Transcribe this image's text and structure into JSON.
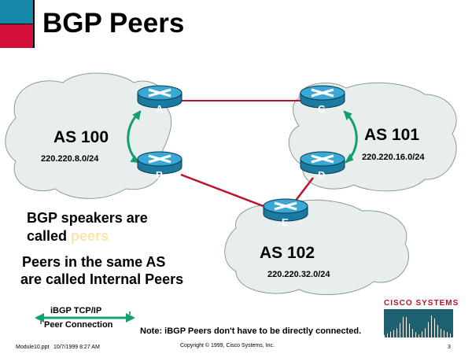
{
  "title": "BGP Peers",
  "colors": {
    "teal": "#1587a8",
    "red": "#d10f38",
    "link": "#c0102e",
    "arrow": "#12a070",
    "router": "#1a88b0",
    "cloud": "#e8eeee",
    "highlight": "#ffe3a8",
    "logo": "#1d6070"
  },
  "as_groups": [
    {
      "name": "AS 100",
      "prefix": "220.220.8.0/24"
    },
    {
      "name": "AS 101",
      "prefix": "220.220.16.0/24"
    },
    {
      "name": "AS 102",
      "prefix": "220.220.32.0/24"
    }
  ],
  "routers": [
    "A",
    "B",
    "C",
    "D",
    "E"
  ],
  "text": {
    "line1": "BGP speakers are",
    "line2_prefix": "called ",
    "line2_highlight": "peers",
    "line3": "Peers in the same AS",
    "line4": "are called Internal Peers"
  },
  "legend": {
    "top": "iBGP TCP/IP",
    "bottom": "Peer Connection"
  },
  "note": "Note: iBGP Peers don't have to be directly connected.",
  "logo": {
    "text": "Cisco Systems"
  },
  "footer": {
    "file": "Module10.ppt",
    "date": "10/7/1999 8:27 AM",
    "copyright": "Copyright © 1999, Cisco Systems, Inc.",
    "page": "3"
  }
}
